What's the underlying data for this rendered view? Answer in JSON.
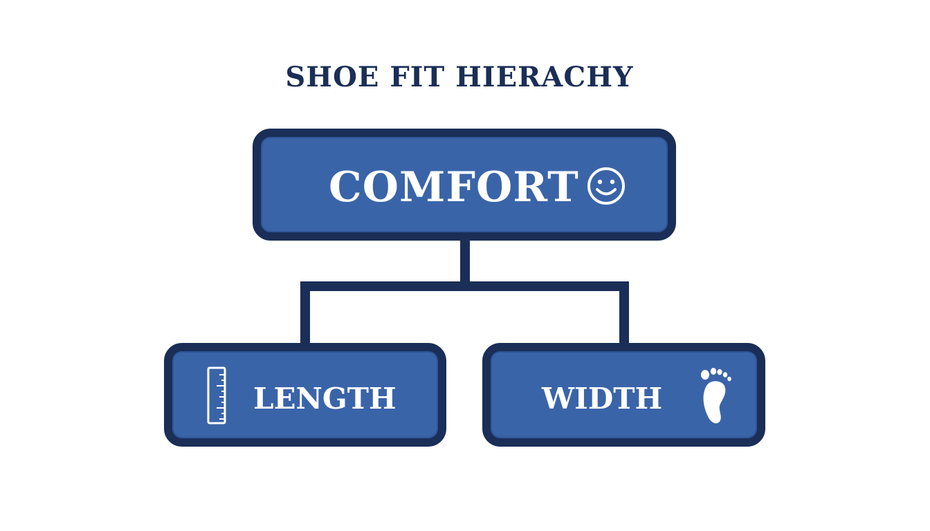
{
  "title": "SHOE FIT HIERACHY",
  "colors": {
    "box_fill": "#3a64a8",
    "box_border": "#1a2e57",
    "title_text": "#1a2e57",
    "box_text": "#ffffff"
  },
  "nodes": {
    "root": {
      "label": "COMFORT",
      "icon": "smiley-face-icon"
    },
    "left": {
      "label": "LENGTH",
      "icon": "ruler-icon"
    },
    "right": {
      "label": "WIDTH",
      "icon": "footprint-icon"
    }
  }
}
